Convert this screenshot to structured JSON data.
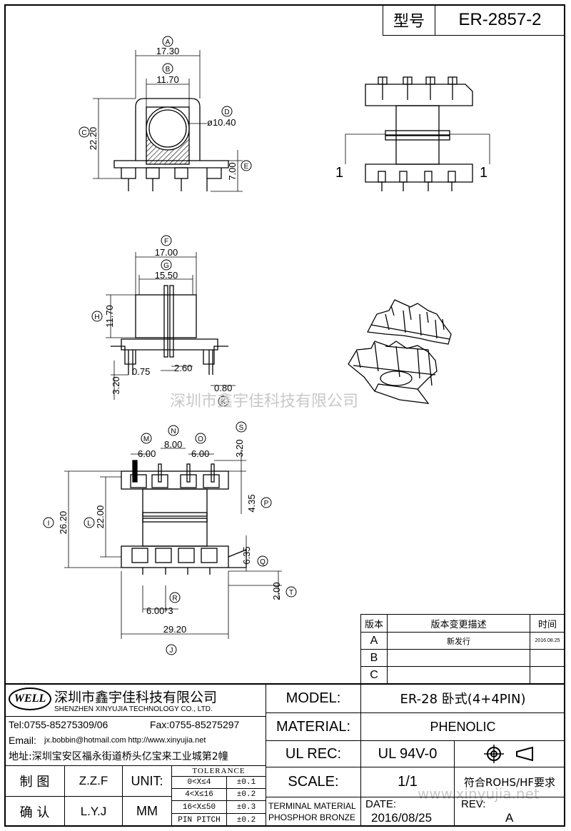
{
  "header": {
    "model_label": "型号",
    "model_value": "ER-2857-2"
  },
  "dims": {
    "a_letter": "A",
    "a_val": "17.30",
    "b_letter": "B",
    "b_val": "11.70",
    "c_letter": "C",
    "c_val": "22.20",
    "d_letter": "D",
    "d_val": "ø10.40",
    "e_letter": "E",
    "e_val": "7.00",
    "f_letter": "F",
    "f_val": "17.00",
    "g_letter": "G",
    "g_val": "15.50",
    "h_letter": "H",
    "h_val": "11.70",
    "k_letter": "K",
    "k_val": "0.80",
    "v075": "0.75",
    "v260": "2.60",
    "v320": "3.20",
    "m_letter": "M",
    "m_val": "6.00",
    "n_letter": "N",
    "n_val": "8.00",
    "o_letter": "O",
    "o_val": "6.00",
    "s_letter": "S",
    "s_val": "3.20",
    "p_letter": "P",
    "p_val": "4.35",
    "i_letter": "I",
    "i_val": "26.20",
    "l_letter": "L",
    "l_val": "22.00",
    "q_letter": "Q",
    "q_val": "6.35",
    "t_letter": "T",
    "t_val": "2.00",
    "r_letter": "R",
    "r_val": "6.00*3",
    "j_letter": "J",
    "j_val": "29.20",
    "pin1_left": "1",
    "pin1_right": "1"
  },
  "watermark": {
    "center": "深圳市鑫宇佳科技有限公司",
    "bottom": "www.xinyujia.net"
  },
  "revision": {
    "headers": [
      "版本",
      "版本变更描述",
      "时间"
    ],
    "rows": [
      {
        "ver": "A",
        "desc": "新发行",
        "date": "2016.08.25"
      },
      {
        "ver": "B",
        "desc": "",
        "date": ""
      },
      {
        "ver": "C",
        "desc": "",
        "date": ""
      }
    ]
  },
  "company": {
    "logo": "WELL",
    "name_cn": "深圳市鑫宇佳科技有限公司",
    "name_en": "SHENZHEN XINYUJIA TECHNOLOGY CO., LTD.",
    "tel": "Tel:0755-85275309/06",
    "fax": "Fax:0755-85275297",
    "email_label": "Email:",
    "email": "jx.bobbin@hotmail.com http://www.xinyujia.net",
    "address": "地址:深圳宝安区福永街道桥头亿宝来工业城第2幢"
  },
  "spec": {
    "model_label": "MODEL:",
    "model": "ER-28 卧式(4+4PIN)",
    "material_label": "MATERIAL:",
    "material": "PHENOLIC",
    "ulrec_label": "UL REC:",
    "ulrec": "UL 94V-0",
    "scale_label": "SCALE:",
    "scale": "1/1",
    "rohs": "符合ROHS/HF要求",
    "date_label": "DATE:",
    "date": "2016/08/25",
    "rev_label": "REV:",
    "rev": "A",
    "terminal_1": "TERMINAL MATERIAL",
    "terminal_2": "PHOSPHOR BRONZE"
  },
  "sign": {
    "draw_label": "制 图",
    "draw": "Z.Z.F",
    "check_label": "确 认",
    "check": "L.Y.J",
    "unit_label": "UNIT:",
    "unit": "MM"
  },
  "tolerance": {
    "title": "TOLERANCE",
    "rows": [
      {
        "range": "0<X≤4",
        "tol": "±0.1"
      },
      {
        "range": "4<X≤16",
        "tol": "±0.2"
      },
      {
        "range": "16<X≤50",
        "tol": "±0.3"
      },
      {
        "range": "PIN PITCH",
        "tol": "±0.2"
      }
    ]
  }
}
